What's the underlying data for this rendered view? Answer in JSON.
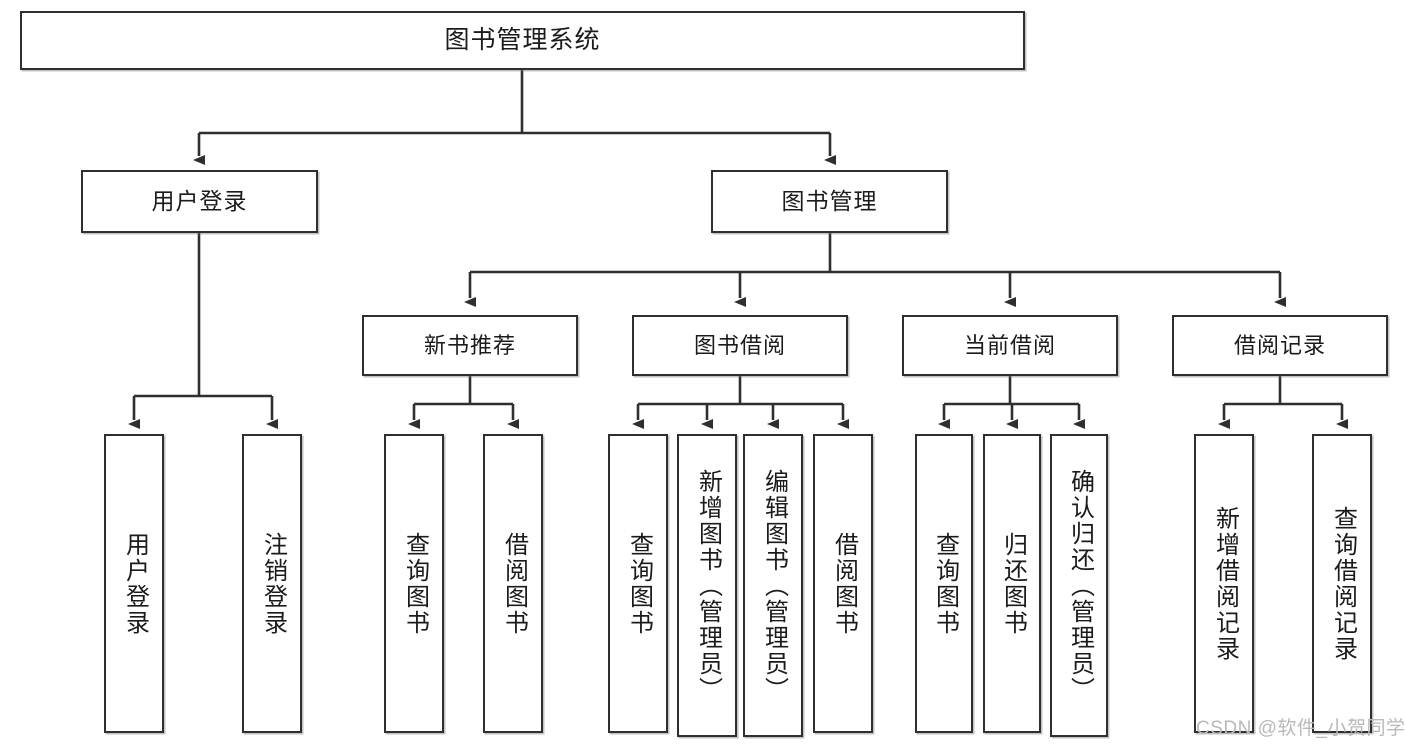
{
  "diagram": {
    "type": "hierarchy-tree",
    "title": "图书管理系统",
    "watermark": "CSDN @软件_小贺同学",
    "colors": {
      "box_border": "#2f2f2f",
      "box_fill": "#ffffff",
      "edge": "#2f2f2f",
      "text": "#1b1b1b",
      "watermark": "#b9b9b9"
    },
    "root": {
      "label": "图书管理系统"
    },
    "level2": [
      {
        "label": "用户登录"
      },
      {
        "label": "图书管理"
      }
    ],
    "level3": [
      {
        "label": "新书推荐"
      },
      {
        "label": "图书借阅"
      },
      {
        "label": "当前借阅"
      },
      {
        "label": "借阅记录"
      }
    ],
    "leaves": {
      "user_login": [
        {
          "label": "用户登录"
        },
        {
          "label": "注销登录"
        }
      ],
      "new_book_recommend": [
        {
          "label": "查询图书"
        },
        {
          "label": "借阅图书"
        }
      ],
      "book_borrow": [
        {
          "label": "查询图书"
        },
        {
          "label": "新增图书（管理员）"
        },
        {
          "label": "编辑图书（管理员）"
        },
        {
          "label": "借阅图书"
        }
      ],
      "current_borrow": [
        {
          "label": "查询图书"
        },
        {
          "label": "归还图书"
        },
        {
          "label": "确认归还（管理员）"
        }
      ],
      "borrow_record": [
        {
          "label": "新增借阅记录"
        },
        {
          "label": "查询借阅记录"
        }
      ]
    }
  }
}
